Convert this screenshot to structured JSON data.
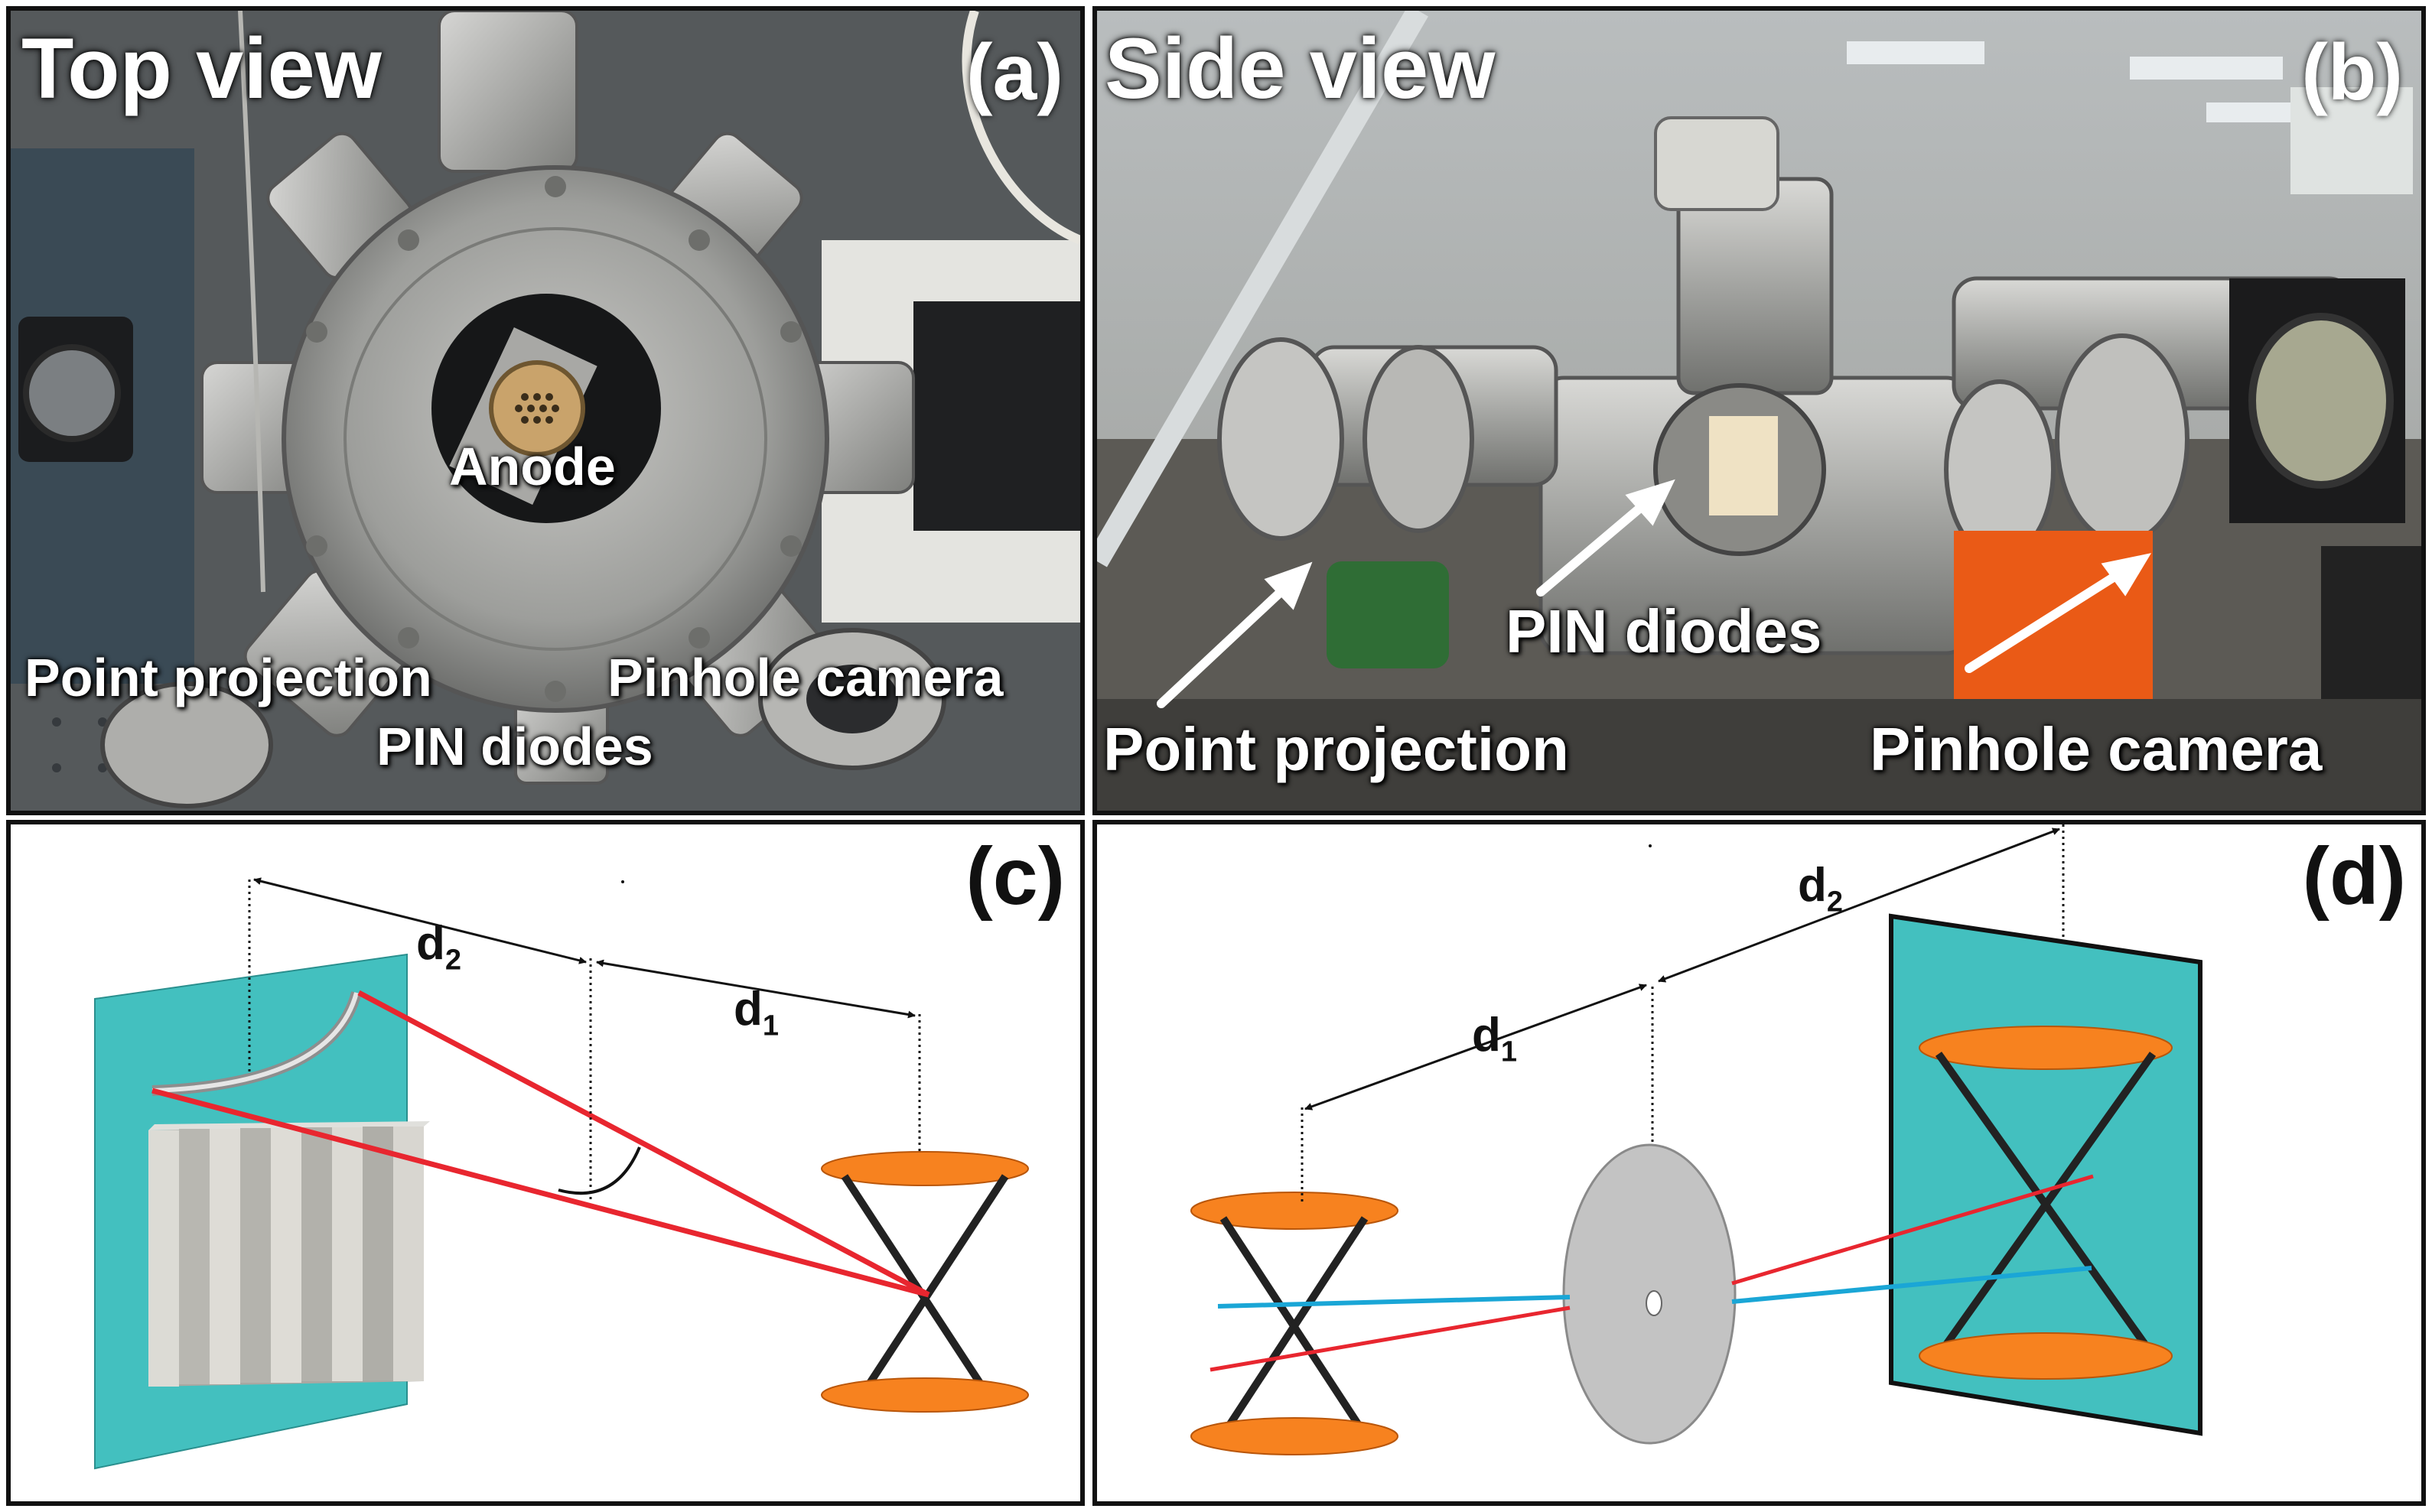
{
  "panel_a": {
    "title": "Top view",
    "letter": "(a)",
    "labels": {
      "anode": "Anode",
      "point_projection": "Point projection",
      "pin_diodes": "PIN diodes",
      "pinhole_camera": "Pinhole camera"
    }
  },
  "panel_b": {
    "title": "Side view",
    "letter": "(b)",
    "labels": {
      "pin_diodes": "PIN diodes",
      "point_projection": "Point projection",
      "pinhole_camera": "Pinhole camera"
    }
  },
  "panel_c": {
    "letter": "(c)",
    "d2": "d",
    "d2_sub": "2",
    "d1": "d",
    "d1_sub": "1"
  },
  "panel_d": {
    "letter": "(d)",
    "d2": "d",
    "d2_sub": "2",
    "d1": "d",
    "d1_sub": "1"
  },
  "colors": {
    "detector_plane": "#43c0bf",
    "emitter_cone": "#f7821f",
    "ray_red": "#e8262f",
    "ray_blue": "#1aa6d6",
    "pinhole_disk": "#c3c3c3"
  }
}
